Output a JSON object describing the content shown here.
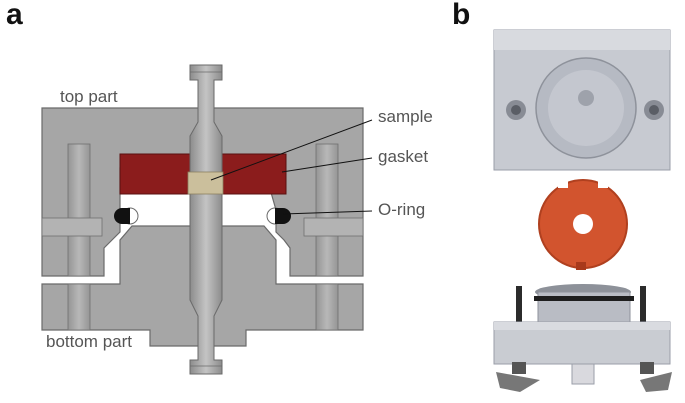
{
  "panels": {
    "a": {
      "letter": "a"
    },
    "b": {
      "letter": "b"
    }
  },
  "labels": {
    "top_part": "top part",
    "bottom_part": "bottom part",
    "sample": "sample",
    "gasket": "gasket",
    "o_ring": "O-ring"
  },
  "colors": {
    "metal": "#a6a6a6",
    "metal_dark": "#8f8f8f",
    "outline": "#666666",
    "gasket": "#8b1c1c",
    "sample": "#cbbf9c",
    "o_ring": "#111111",
    "photo_gasket": "#d2542e",
    "photo_block": "#c9ccd2"
  }
}
